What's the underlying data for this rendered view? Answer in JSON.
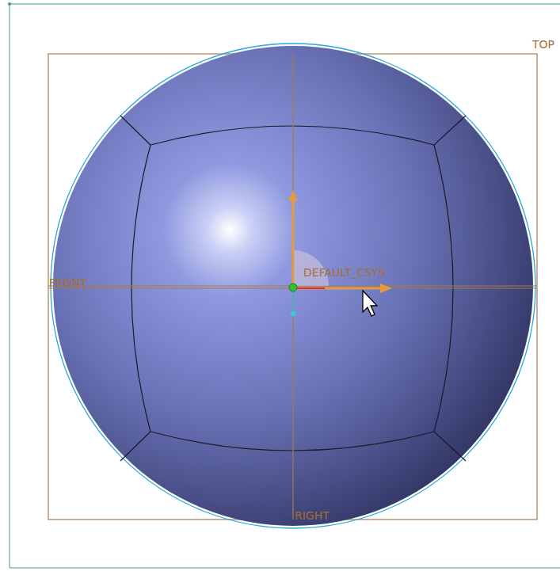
{
  "diagram": {
    "labels": [
      "TOP",
      "FRONT",
      "DEFAULT_CSYS",
      "RIGHT"
    ]
  }
}
